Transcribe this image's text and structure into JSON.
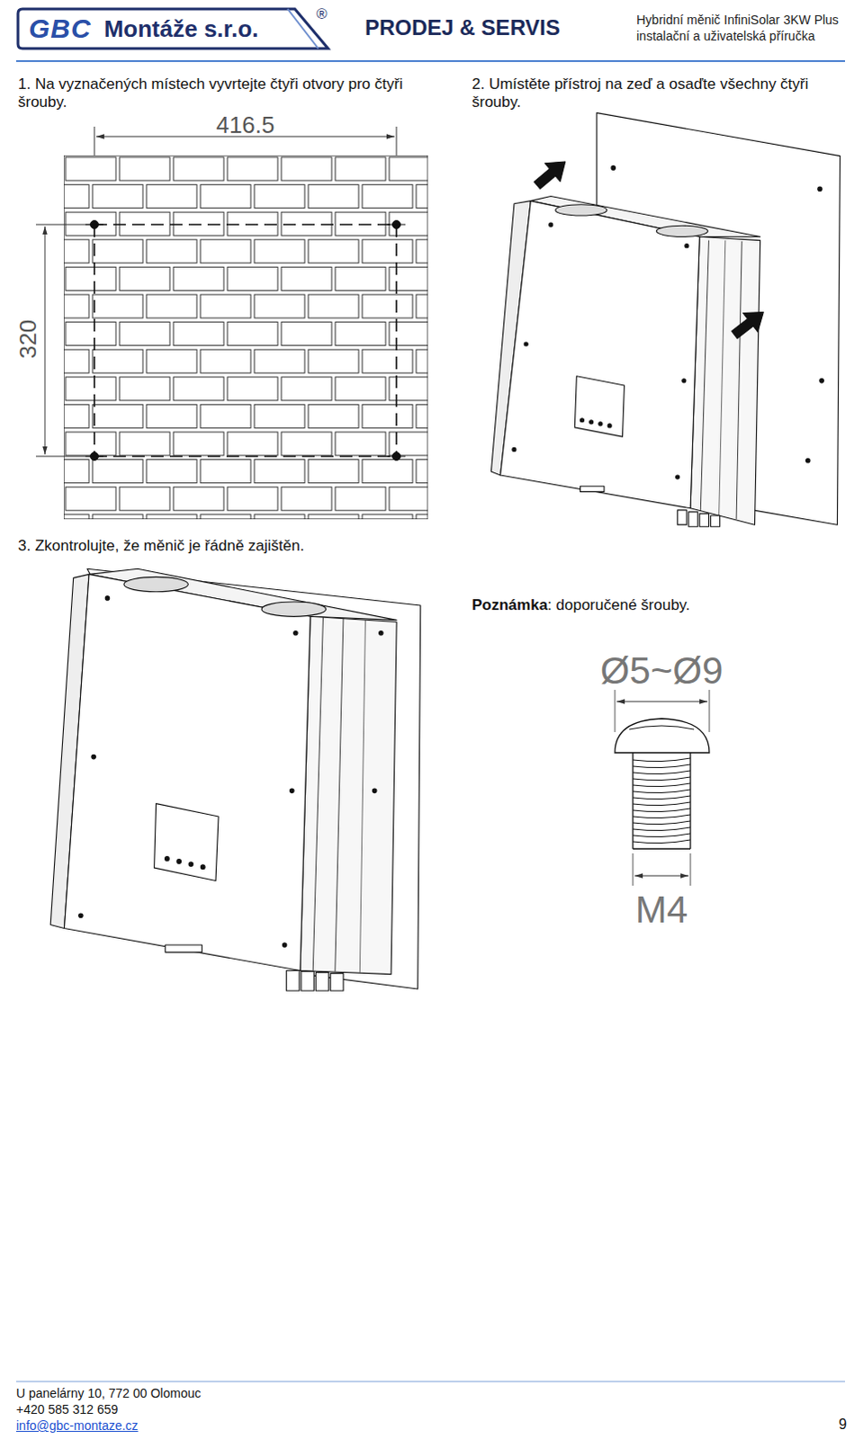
{
  "diagram": {
    "nodes": [
      {
        "text": [
          "GBC",
          "Montáže s.r.o."
        ]
      }
    ],
    "labels": [
      "®",
      "PRODEJ & SERVIS",
      "Hybridní měnič InfiniSolar 3KW Plus",
      "instalační a uživatelská příručka",
      "1. Na vyznačených místech vyvrtejte čtyři otvory pro čtyři šrouby.",
      "416.5",
      "320",
      "2. Umístěte přístroj na zeď a osaďte všechny čtyři šrouby.",
      "3. Zkontrolujte, že měnič je řádně zajištěn.",
      "Poznámka",
      ": doporučené šrouby.",
      "Ø5~Ø9",
      "M4",
      "U panelárny 10, 772 00 Olomouc",
      "+420 585 312 659",
      "info@gbc-montaze.cz",
      "9"
    ]
  }
}
